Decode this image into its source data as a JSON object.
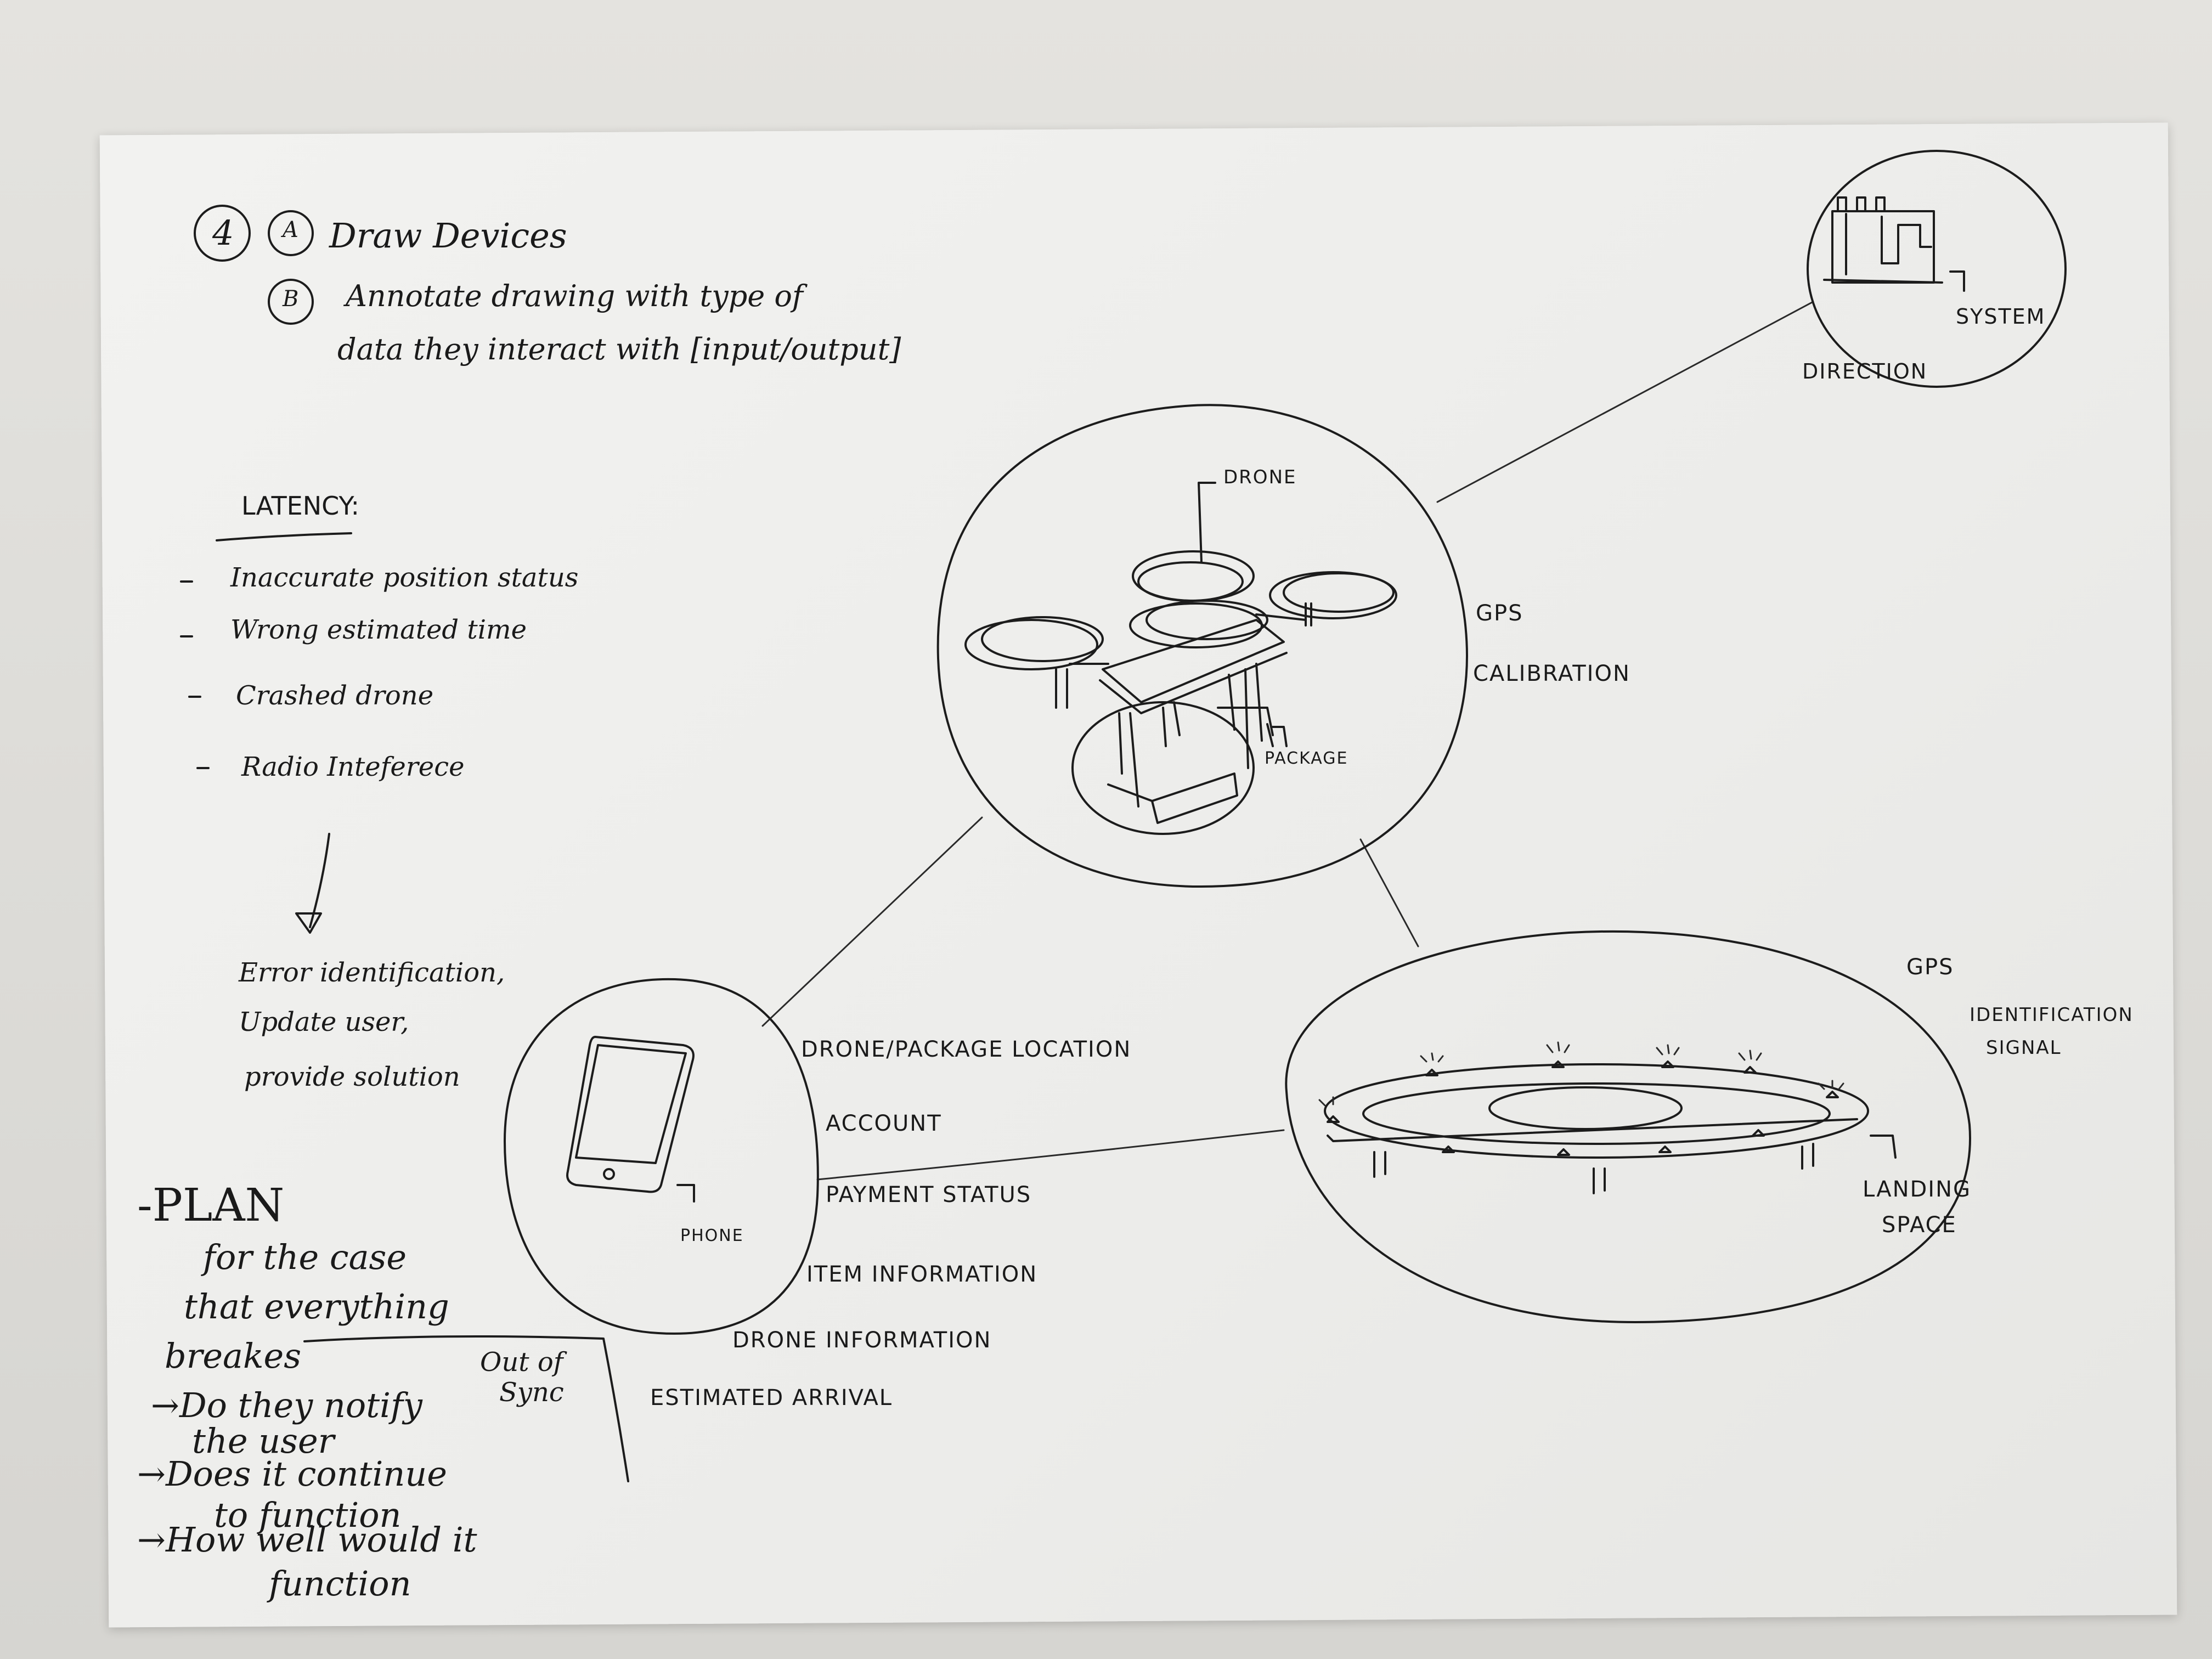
{
  "header": {
    "step_number": "4",
    "step_a_marker": "A",
    "step_a_text": "Draw Devices",
    "step_b_marker": "B",
    "step_b_line1": "Annotate drawing with type of",
    "step_b_line2": "data they interact with [input/output]"
  },
  "latency": {
    "title": "LATENCY:",
    "items": [
      "Inaccurate position status",
      "Wrong estimated time",
      "Crashed drone",
      "Radio Inteferece"
    ],
    "result_lines": [
      "Error identification,",
      "Update user,",
      "provide solution"
    ]
  },
  "plan": {
    "title": "PLAN",
    "lines": [
      "for the case",
      "that everything",
      "breakes",
      "Do they notify",
      "the user",
      "Does it continue",
      "to function",
      "How well would it",
      "function"
    ],
    "side_note_line1": "Out of",
    "side_note_line2": "Sync"
  },
  "direction_system": {
    "label1": "SYSTEM",
    "label2": "DIRECTION"
  },
  "drone_node": {
    "drone_label": "DRONE",
    "package_label": "PACKAGE",
    "side_labels": [
      "GPS",
      "CALIBRATION"
    ]
  },
  "landing_node": {
    "side_labels": [
      "GPS",
      "IDENTIFICATION",
      "SIGNAL"
    ],
    "landing_label_line1": "LANDING",
    "landing_label_line2": "SPACE"
  },
  "phone_node": {
    "phone_label": "PHONE",
    "data_labels": [
      "DRONE/PACKAGE LOCATION",
      "ACCOUNT",
      "PAYMENT STATUS",
      "ITEM INFORMATION",
      "DRONE INFORMATION",
      "ESTIMATED ARRIVAL"
    ]
  }
}
